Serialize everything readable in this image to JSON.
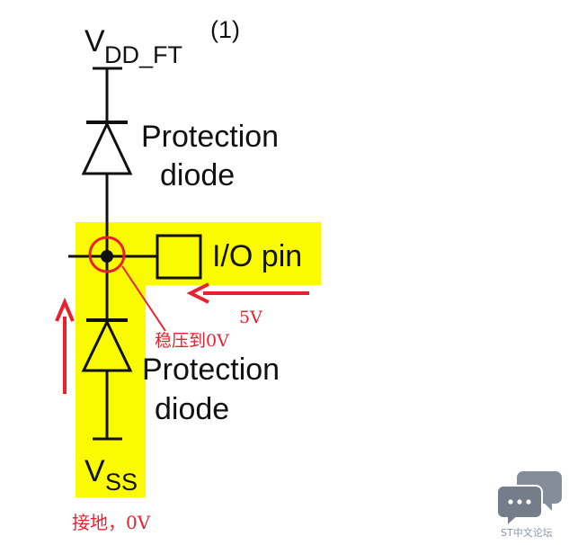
{
  "diagram": {
    "vdd": {
      "main": "V",
      "sub": "DD_FT",
      "note": "(1)"
    },
    "top_diode_label": [
      "Protection",
      "diode"
    ],
    "io_pin_label": "I/O pin",
    "bottom_diode_label": [
      "Protection",
      "diode"
    ],
    "vss": {
      "main": "V",
      "sub": "SS"
    },
    "annotations": {
      "input_voltage": "5V",
      "clamp_note": "稳压到0V",
      "ground_note": "接地，0V"
    },
    "colors": {
      "highlight": "#fafa00",
      "annotation": "#e8212f",
      "wire": "#111111"
    }
  },
  "watermark": {
    "text": "ST中文论坛",
    "icon": "chat-bubbles-icon"
  }
}
